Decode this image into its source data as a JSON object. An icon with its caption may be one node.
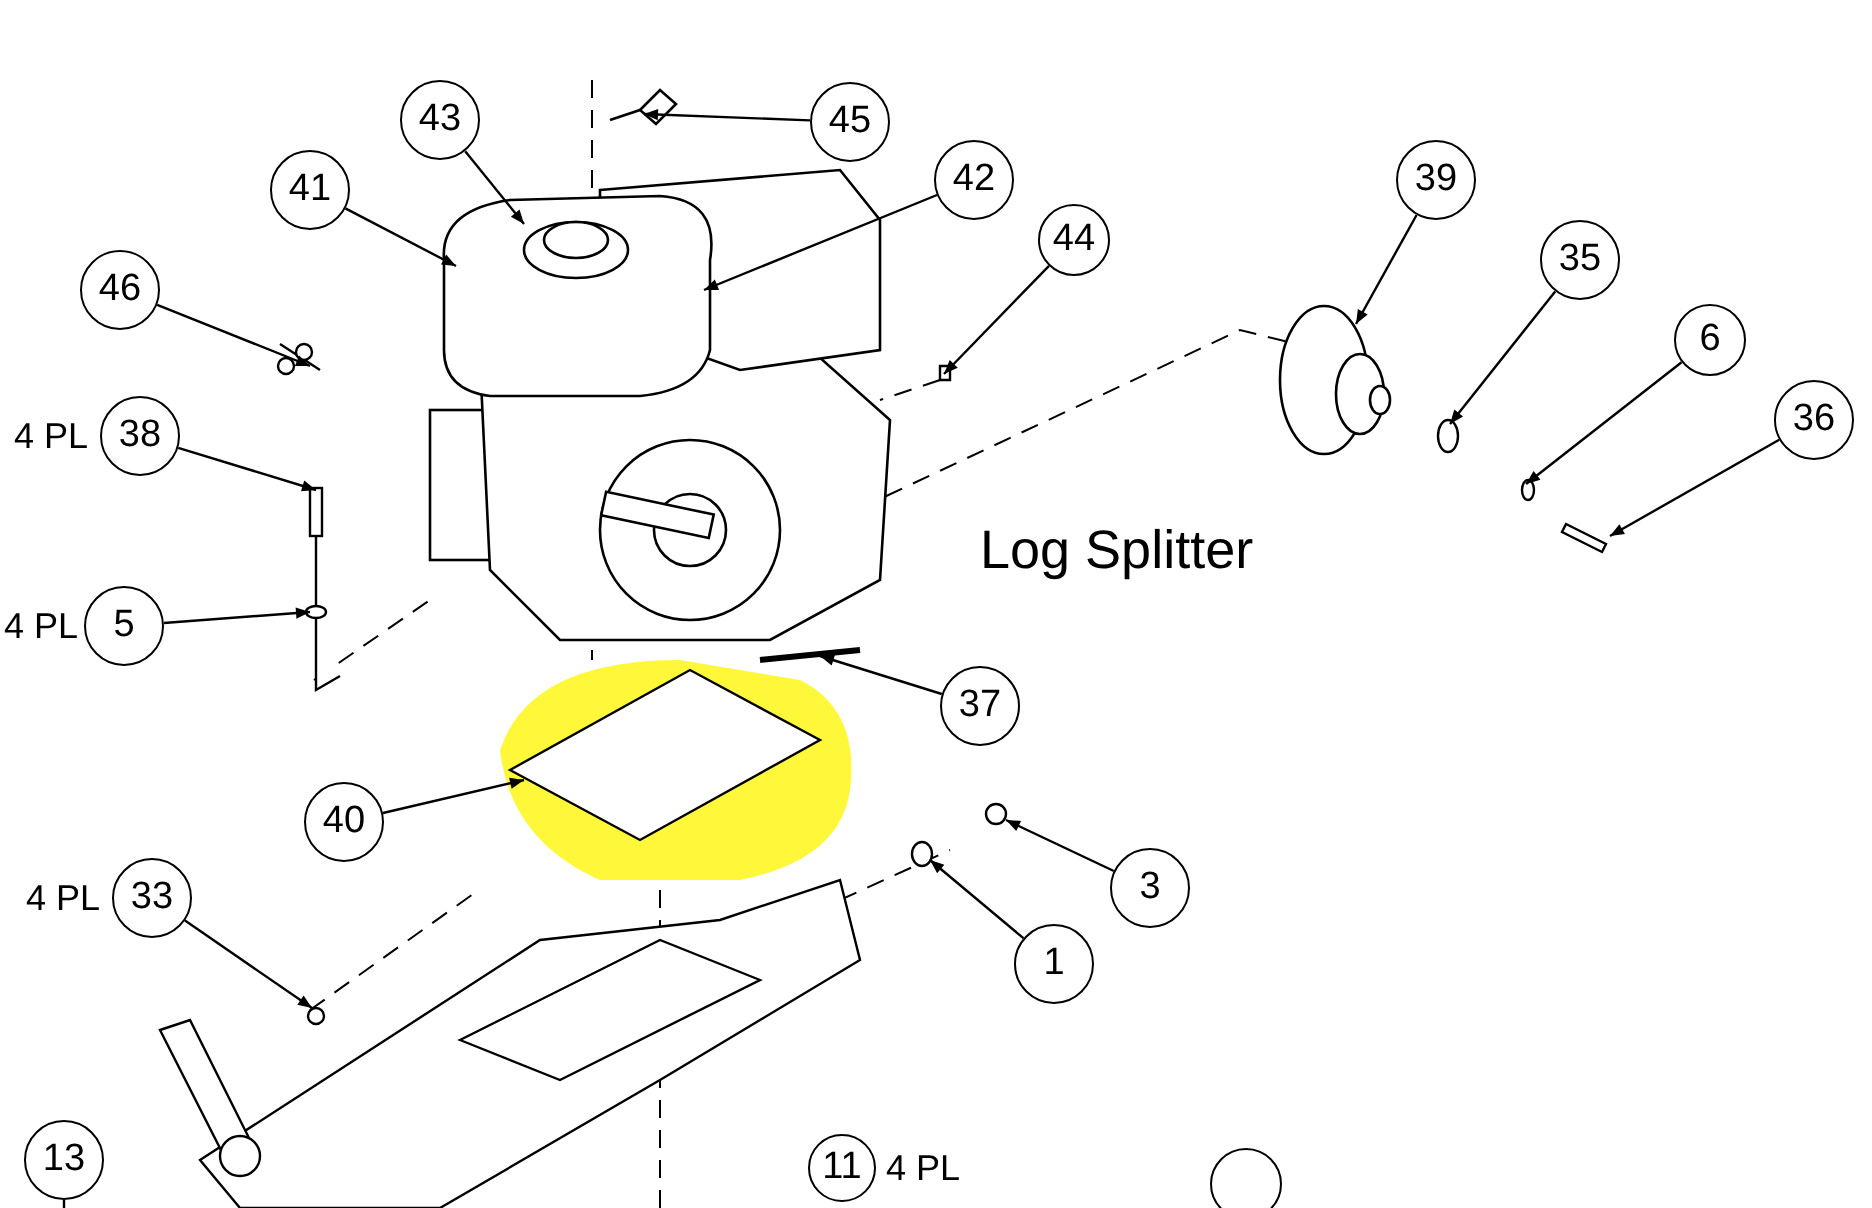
{
  "diagram": {
    "nodes": [
      {
        "text": [
          "43"
        ]
      },
      {
        "text": [
          "45"
        ]
      },
      {
        "text": [
          "41"
        ]
      },
      {
        "text": [
          "42"
        ]
      },
      {
        "text": [
          "39"
        ]
      },
      {
        "text": [
          "46"
        ]
      },
      {
        "text": [
          "44"
        ]
      },
      {
        "text": [
          "35"
        ]
      },
      {
        "text": [
          "6"
        ]
      },
      {
        "text": [
          "38"
        ],
        "beside": [
          "4 PL"
        ]
      },
      {
        "text": [
          "36"
        ]
      },
      {
        "text": [
          "5"
        ],
        "beside": [
          "4 PL"
        ]
      },
      {
        "text": [
          "37"
        ]
      },
      {
        "text": [
          "40"
        ]
      },
      {
        "text": [
          "3"
        ]
      },
      {
        "text": [
          "33"
        ],
        "beside": [
          "4 PL"
        ]
      },
      {
        "text": [
          "1"
        ]
      },
      {
        "text": [
          "13"
        ]
      },
      {
        "text": [
          "11"
        ],
        "beside": [
          "4 PL"
        ]
      },
      {
        "text": [],
        "shape": "circle"
      },
      {
        "text": [],
        "shape": "picture"
      },
      {
        "text": [],
        "shape": "picture"
      }
    ],
    "edges": [
      {
        "from": 0,
        "to": null,
        "arrow": "to"
      },
      {
        "from": 1,
        "to": null,
        "arrow": "to"
      },
      {
        "from": 2,
        "to": null,
        "arrow": "to"
      },
      {
        "from": 3,
        "to": null,
        "arrow": "to"
      },
      {
        "from": 4,
        "to": null,
        "arrow": "to"
      },
      {
        "from": 5,
        "to": null,
        "arrow": "to"
      },
      {
        "from": 6,
        "to": null,
        "arrow": "to"
      },
      {
        "from": 7,
        "to": null,
        "arrow": "to"
      },
      {
        "from": 8,
        "to": null,
        "arrow": "to"
      },
      {
        "from": 9,
        "to": null,
        "arrow": "to"
      },
      {
        "from": 10,
        "to": null,
        "arrow": "to"
      },
      {
        "from": 11,
        "to": null,
        "arrow": "to"
      },
      {
        "from": 12,
        "to": 21,
        "arrow": "to"
      },
      {
        "from": 13,
        "to": 20,
        "arrow": "to"
      },
      {
        "from": 14,
        "to": null,
        "arrow": "to"
      },
      {
        "from": 15,
        "to": null,
        "arrow": "to"
      },
      {
        "from": 16,
        "to": null,
        "arrow": "to"
      },
      {
        "from": 17,
        "to": null,
        "arrow": "none"
      }
    ],
    "labels": [
      "Log Splitter"
    ]
  }
}
